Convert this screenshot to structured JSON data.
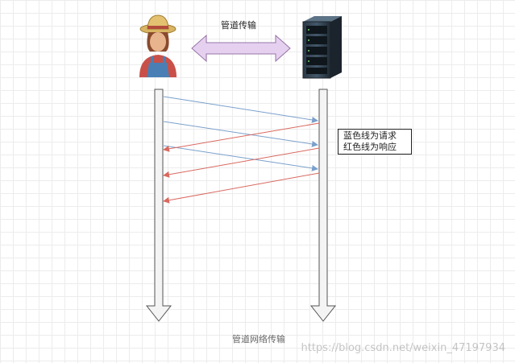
{
  "title": "管道传输",
  "legend": {
    "request": "蓝色线为请求",
    "response": "红色线为响应"
  },
  "caption": "管道网络传输",
  "watermark": "https://blog.csdn.net/weixin_47197934",
  "icons": {
    "client": "farmer-user-icon",
    "server": "server-rack-icon"
  },
  "colors": {
    "request": "#7aa0cc",
    "response": "#d9685f",
    "double_arrow_fill": "#e6d0f0",
    "double_arrow_stroke": "#9673a6"
  }
}
